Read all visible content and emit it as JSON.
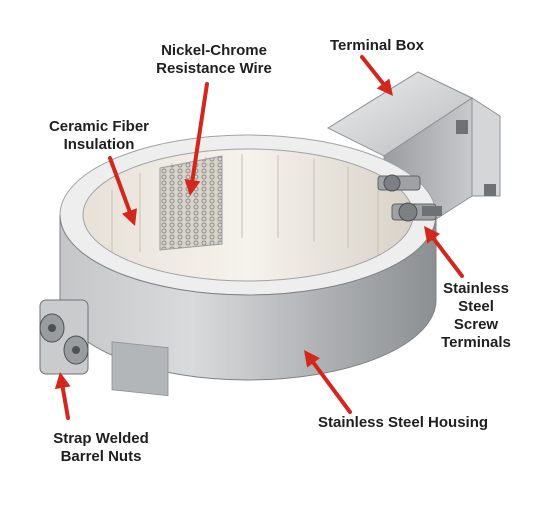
{
  "labels": {
    "nickel_chrome": {
      "line1": "Nickel-Chrome",
      "line2": "Resistance Wire"
    },
    "terminal_box": "Terminal Box",
    "ceramic_fiber": {
      "line1": "Ceramic Fiber",
      "line2": "Insulation"
    },
    "stainless_terminals": {
      "line1": "Stainless",
      "line2": "Steel",
      "line3": "Screw",
      "line4": "Terminals"
    },
    "stainless_housing": "Stainless Steel Housing",
    "barrel_nuts": {
      "line1": "Strap Welded",
      "line2": "Barrel Nuts"
    }
  },
  "colors": {
    "arrow": "#d3271e",
    "housing_light": "#e2e3e4",
    "housing_mid": "#b9bbbd",
    "housing_dark": "#8f9295",
    "ceramic": "#efe9e1",
    "text": "#1f1f1f"
  }
}
